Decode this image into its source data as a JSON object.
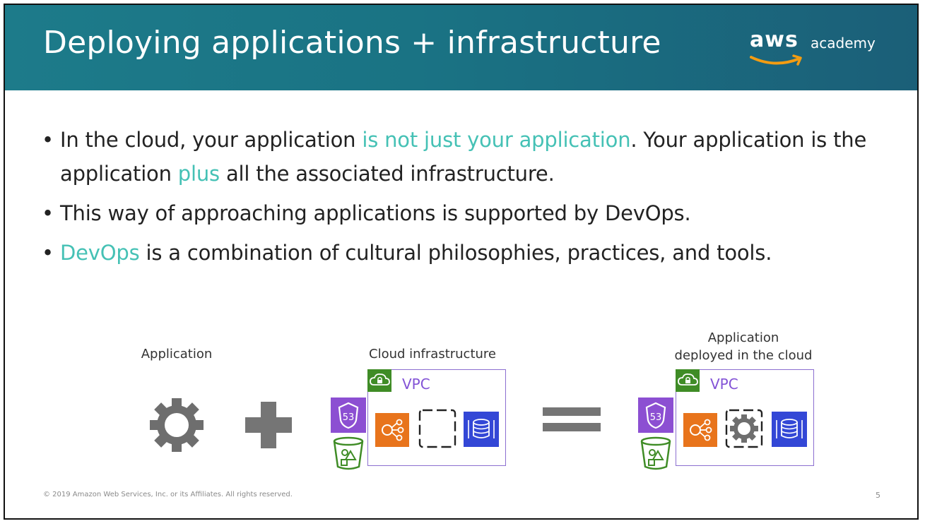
{
  "slide": {
    "title": "Deploying applications + infrastructure",
    "logo": {
      "brand": "aws",
      "sub": "academy"
    },
    "bullets": [
      {
        "parts": [
          {
            "text": "In the cloud, your application ",
            "highlight": false
          },
          {
            "text": "is not just your application",
            "highlight": true
          },
          {
            "text": ". Your application is the application ",
            "highlight": false
          },
          {
            "text": "plus",
            "highlight": true
          },
          {
            "text": " all the associated infrastructure.",
            "highlight": false
          }
        ]
      },
      {
        "parts": [
          {
            "text": "This way of approaching applications is supported by DevOps.",
            "highlight": false
          }
        ]
      },
      {
        "parts": [
          {
            "text": "DevOps",
            "highlight": true
          },
          {
            "text": " is a combination of cultural philosophies, practices, and tools.",
            "highlight": false
          }
        ]
      }
    ],
    "diagram": {
      "application_label": "Application",
      "cloud_label": "Cloud infrastructure",
      "deployed_label_line1": "Application",
      "deployed_label_line2": "deployed in the cloud",
      "vpc_label": "VPC",
      "route53_text": "53",
      "icons": [
        "gear-icon",
        "plus-icon",
        "route53-icon",
        "s3-bucket-icon",
        "vpc-cloud-lock-icon",
        "elb-icon",
        "placeholder-icon",
        "rds-icon",
        "equals-icon"
      ]
    },
    "footer": "© 2019 Amazon Web Services, Inc. or its Affiliates. All rights reserved.",
    "page_number": "5",
    "colors": {
      "header": "#1d7b8a",
      "highlight": "#45c1b5",
      "vpc_border": "#8c6fd0",
      "vpc_tag": "#3f8c26",
      "route53": "#8c4fd2",
      "s3": "#3f8c26",
      "elb": "#e8741c",
      "rds": "#3347d6"
    }
  }
}
